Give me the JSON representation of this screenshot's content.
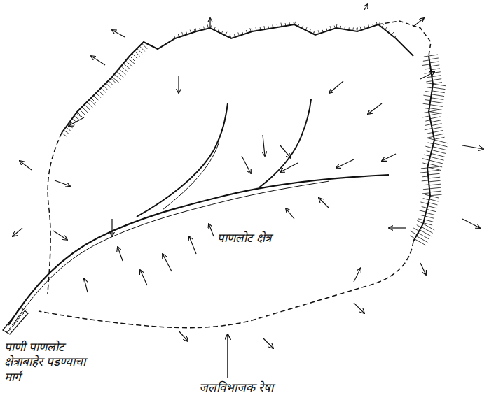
{
  "diagram": {
    "labels": [
      "पाणलोट क्षेत्र",
      "पाणी पाणलोट क्षेत्राबाहेर पडण्याचा मार्ग",
      "जलविभाजक रेषा"
    ]
  }
}
